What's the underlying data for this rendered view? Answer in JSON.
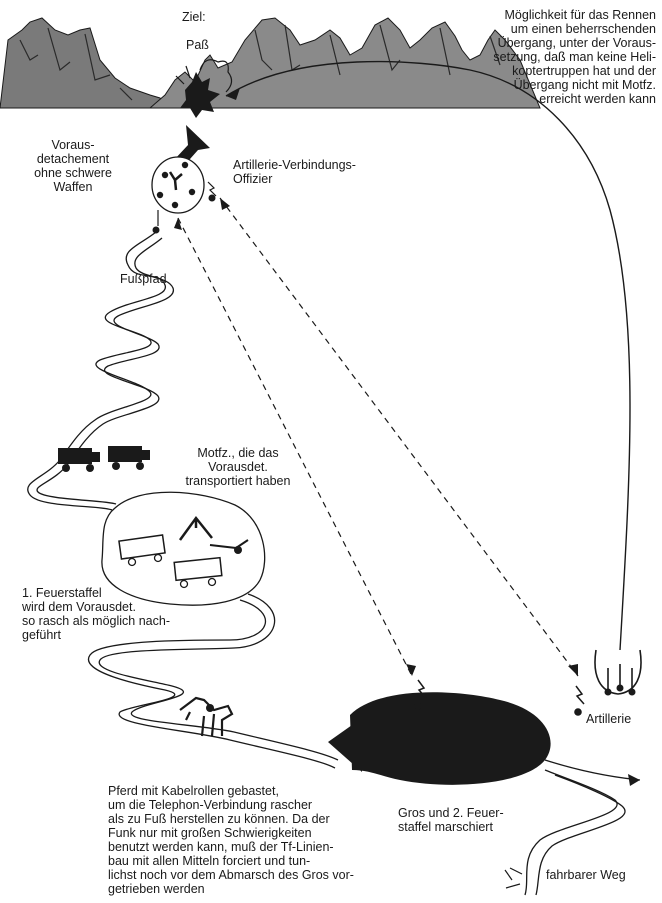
{
  "labels": {
    "goal": "Ziel:",
    "pass": "Paß",
    "race_note": "Möglichkeit für das Rennen\num einen beherrschenden\nÜbergang, unter der Voraus-\nsetzung, daß man keine Heli-\nkoptertruppen hat und der\nÜbergang nicht mit Motfz.\nerreicht werden kann",
    "advance_detachment": "Voraus-\ndetachement\nohne schwere\nWaffen",
    "artillery_liaison": "Artillerie-Verbindungs-\nOffizier",
    "footpath": "Fußpfad",
    "trucks_note": "Motfz., die das\nVorausdet.\ntransportiert haben",
    "first_fire_group": "1. Feuerstaffel\nwird dem Vorausdet.\nso rasch als möglich nach-\ngeführt",
    "artillery": "Artillerie",
    "horse_note": "Pferd mit Kabelrollen gebastet,\num die Telephon-Verbindung rascher\nals zu Fuß herstellen zu können. Da der\nFunk nur mit großen Schwierigkeiten\nbenutzt werden kann, muß der Tf-Linien-\nbau mit allen Mitteln forciert und tun-\nlichst noch vor dem Abmarsch des Gros vor-\ngetrieben werden",
    "main_body": "Gros und 2. Feuer-\nstaffel marschiert",
    "road": "fahrbarer Weg"
  },
  "colors": {
    "ink": "#1a1a1a",
    "paper": "#ffffff",
    "mountain": "#4a4a4a"
  }
}
